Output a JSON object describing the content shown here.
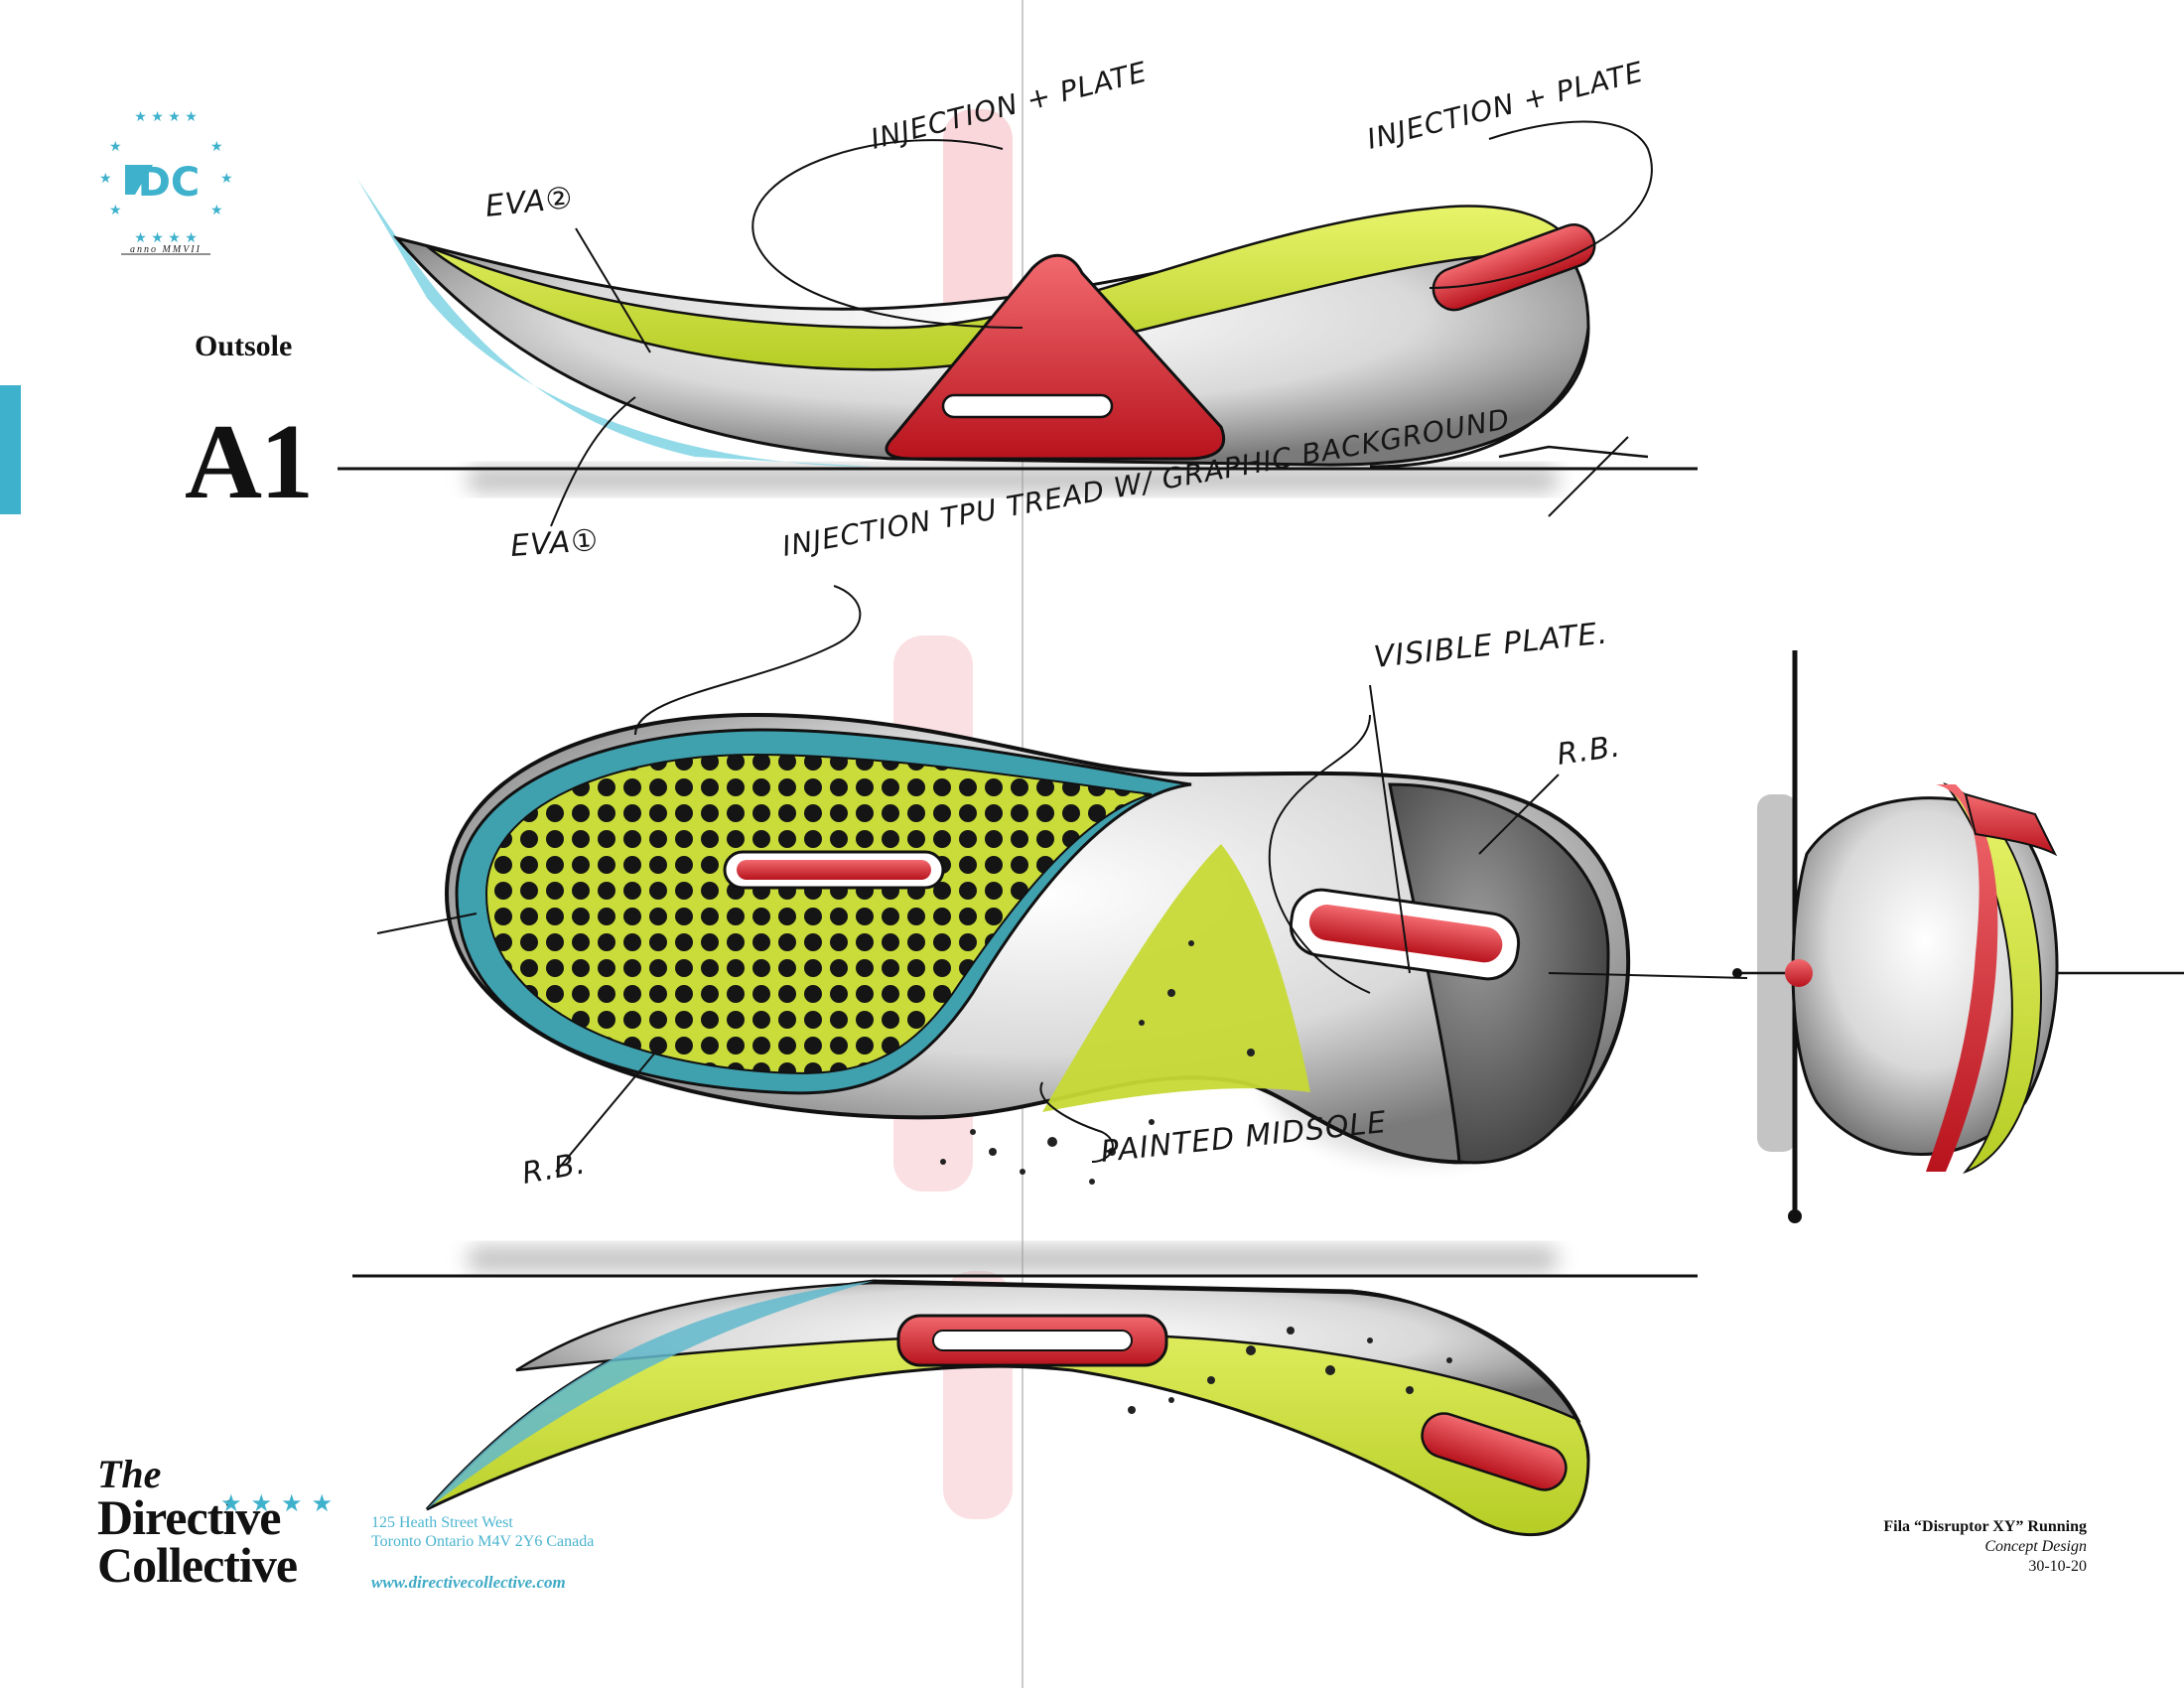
{
  "header": {
    "logo_mark": "DC",
    "logo_annotation": "anno MMVII",
    "section_title": "Outsole",
    "sheet_code": "A1"
  },
  "annotations": {
    "eva2": "EVA②",
    "eva1": "EVA①",
    "injection_plate_1": "INJECTION + PLATE",
    "injection_plate_2": "INJECTION + PLATE",
    "injection_tpu": "INJECTION TPU TREAD W/ GRAPHIC BACKGROUND",
    "visible_plate": "VISIBLE PLATE.",
    "rb_top": "R.B.",
    "rb_bottom": "R.B.",
    "painted_midsole": "PAINTED MIDSOLE"
  },
  "footer": {
    "brand_the": "The",
    "brand_line2": "Directive",
    "brand_line3": "Collective",
    "address_line1": "125 Heath Street West",
    "address_line2": "Toronto Ontario M4V 2Y6 Canada",
    "website": "www.directivecollective.com",
    "project_title": "Fila “Disruptor XY” Running",
    "project_subtitle": "Concept Design",
    "project_date": "30-10-20"
  },
  "colors": {
    "accent_blue": "#3eb1cc",
    "lime": "#c8dc3c",
    "red": "#d6252f",
    "teal": "#3a9bab",
    "ink": "#111111"
  }
}
